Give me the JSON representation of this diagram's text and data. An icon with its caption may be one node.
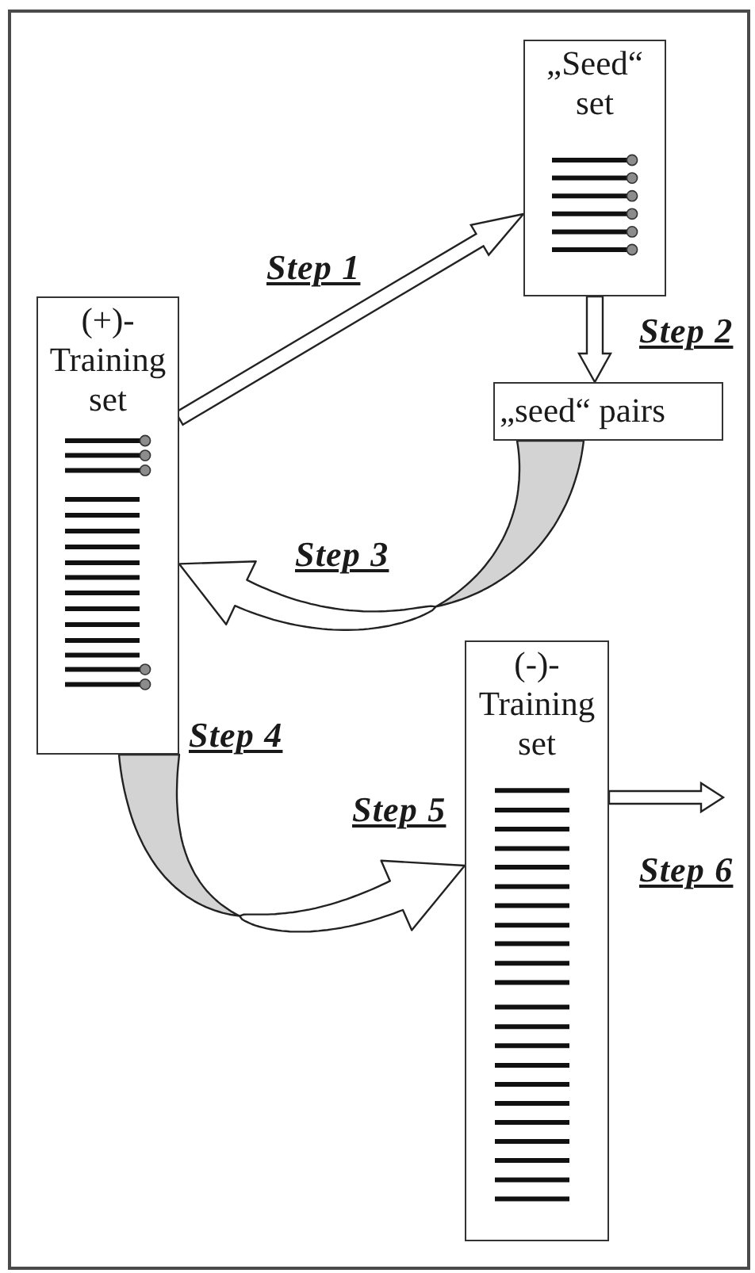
{
  "diagram": {
    "nodes": [
      {
        "text": [
          "„Seed“ set"
        ]
      },
      {
        "text": [
          "(+)- Training set"
        ]
      },
      {
        "text": [
          "„seed“ pairs"
        ]
      },
      {
        "text": [
          "(-)- Training set"
        ]
      }
    ],
    "edges": [
      {
        "from": 1,
        "to": 0,
        "arrow": "to",
        "label": "Step 1"
      },
      {
        "from": 0,
        "to": 2,
        "arrow": "to",
        "label": "Step 2"
      },
      {
        "from": 2,
        "to": 1,
        "arrow": "to",
        "label": "Step 3"
      },
      {
        "from": 1,
        "to": 3,
        "arrow": "to",
        "label": "Step 4"
      },
      {
        "from": 3,
        "to": null,
        "arrow": "to",
        "label": "Step 6"
      }
    ],
    "labels": [
      "Step 5"
    ]
  }
}
